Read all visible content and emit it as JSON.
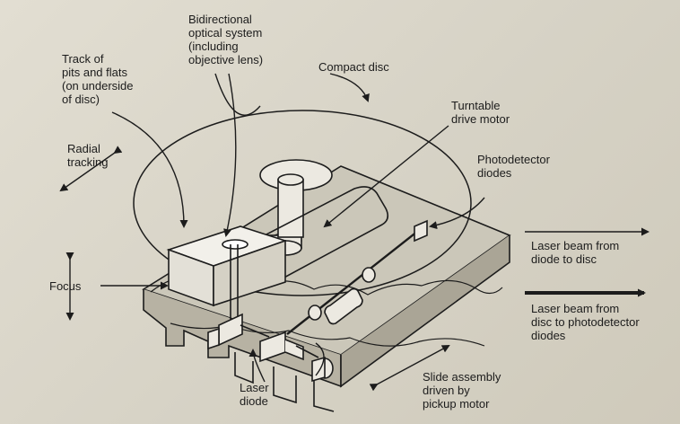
{
  "labels": {
    "optical": "Bidirectional\noptical system\n(including\nobjective lens)",
    "track": "Track of\npits and flats\n(on underside\nof disc)",
    "compact_disc": "Compact disc",
    "turntable": "Turntable\ndrive motor",
    "radial": "Radial\ntracking",
    "photodetector": "Photodetector\ndiodes",
    "focus": "Focus",
    "laser_diode": "Laser\ndiode",
    "slide": "Slide assembly\ndriven by\npickup motor"
  },
  "legend": {
    "to_disc": "Laser beam from\ndiode to disc",
    "to_detector": "Laser beam from\ndisc to photodetector\ndiodes"
  },
  "colors": {
    "ink": "#1c1c1c",
    "paper": "#ddd9cd",
    "face": "#f2f0ea"
  }
}
